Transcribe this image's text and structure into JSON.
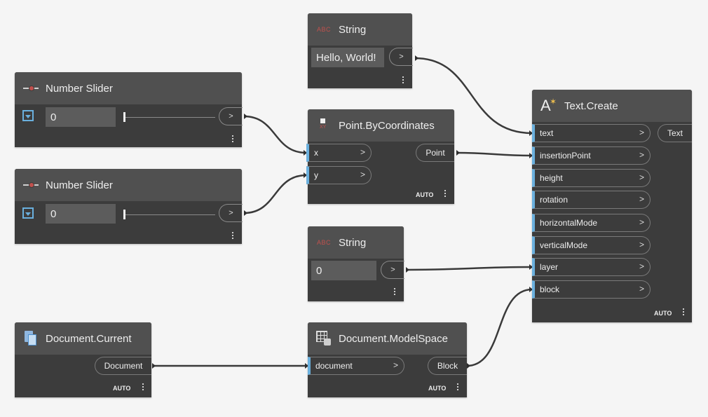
{
  "nodes": {
    "string_hello": {
      "title": "String",
      "icon": "abc-icon",
      "icon_text": "ABC",
      "value": "Hello, World!",
      "out_chevron": ">"
    },
    "slider1": {
      "title": "Number Slider",
      "icon": "slider-icon",
      "value": "0",
      "out_chevron": ">"
    },
    "slider2": {
      "title": "Number Slider",
      "icon": "slider-icon",
      "value": "0",
      "out_chevron": ">"
    },
    "point": {
      "title": "Point.ByCoordinates",
      "icon": "point-icon",
      "icon_text": "XY",
      "inputs": [
        "x",
        "y"
      ],
      "output": "Point",
      "lacing": "AUTO"
    },
    "string_zero": {
      "title": "String",
      "icon": "abc-icon",
      "icon_text": "ABC",
      "value": "0",
      "out_chevron": ">"
    },
    "doc_current": {
      "title": "Document.Current",
      "icon": "document-icon",
      "output": "Document",
      "lacing": "AUTO"
    },
    "modelspace": {
      "title": "Document.ModelSpace",
      "icon": "grid-icon",
      "inputs": [
        "document"
      ],
      "output": "Block",
      "lacing": "AUTO"
    },
    "text_create": {
      "title": "Text.Create",
      "icon": "text-create-icon",
      "icon_text": "A",
      "inputs": [
        "text",
        "insertionPoint",
        "height",
        "rotation",
        "horizontalMode",
        "verticalMode",
        "layer",
        "block"
      ],
      "output": "Text",
      "lacing": "AUTO"
    }
  },
  "port_chevron": ">",
  "colors": {
    "canvas": "#f5f5f5",
    "node_body": "#3c3c3c",
    "node_header": "#505050",
    "port_accent": "#6ab0de",
    "wire": "#3a3a3a",
    "abc_icon": "#c0504d"
  }
}
